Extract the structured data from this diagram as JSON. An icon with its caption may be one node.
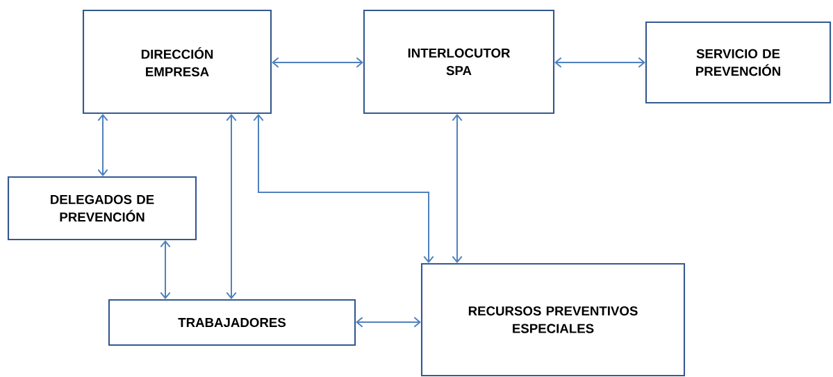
{
  "diagram": {
    "nodes": [
      {
        "text": [
          "DIRECCIÓN EMPRESA"
        ]
      },
      {
        "text": [
          "INTERLOCUTOR SPA"
        ]
      },
      {
        "text": [
          "SERVICIO DE PREVENCIÓN"
        ]
      },
      {
        "text": [
          "DELEGADOS DE PREVENCIÓN"
        ]
      },
      {
        "text": [
          "TRABAJADORES"
        ]
      },
      {
        "text": [
          "RECURSOS PREVENTIVOS ESPECIALES"
        ]
      }
    ],
    "edges": [
      {
        "from": 0,
        "to": 1,
        "arrow": "both"
      },
      {
        "from": 1,
        "to": 2,
        "arrow": "both"
      },
      {
        "from": 0,
        "to": 3,
        "arrow": "both"
      },
      {
        "from": 0,
        "to": 4,
        "arrow": "both"
      },
      {
        "from": 0,
        "to": 5,
        "arrow": "both"
      },
      {
        "from": 1,
        "to": 5,
        "arrow": "both"
      },
      {
        "from": 3,
        "to": 4,
        "arrow": "both"
      },
      {
        "from": 4,
        "to": 5,
        "arrow": "both"
      }
    ]
  }
}
